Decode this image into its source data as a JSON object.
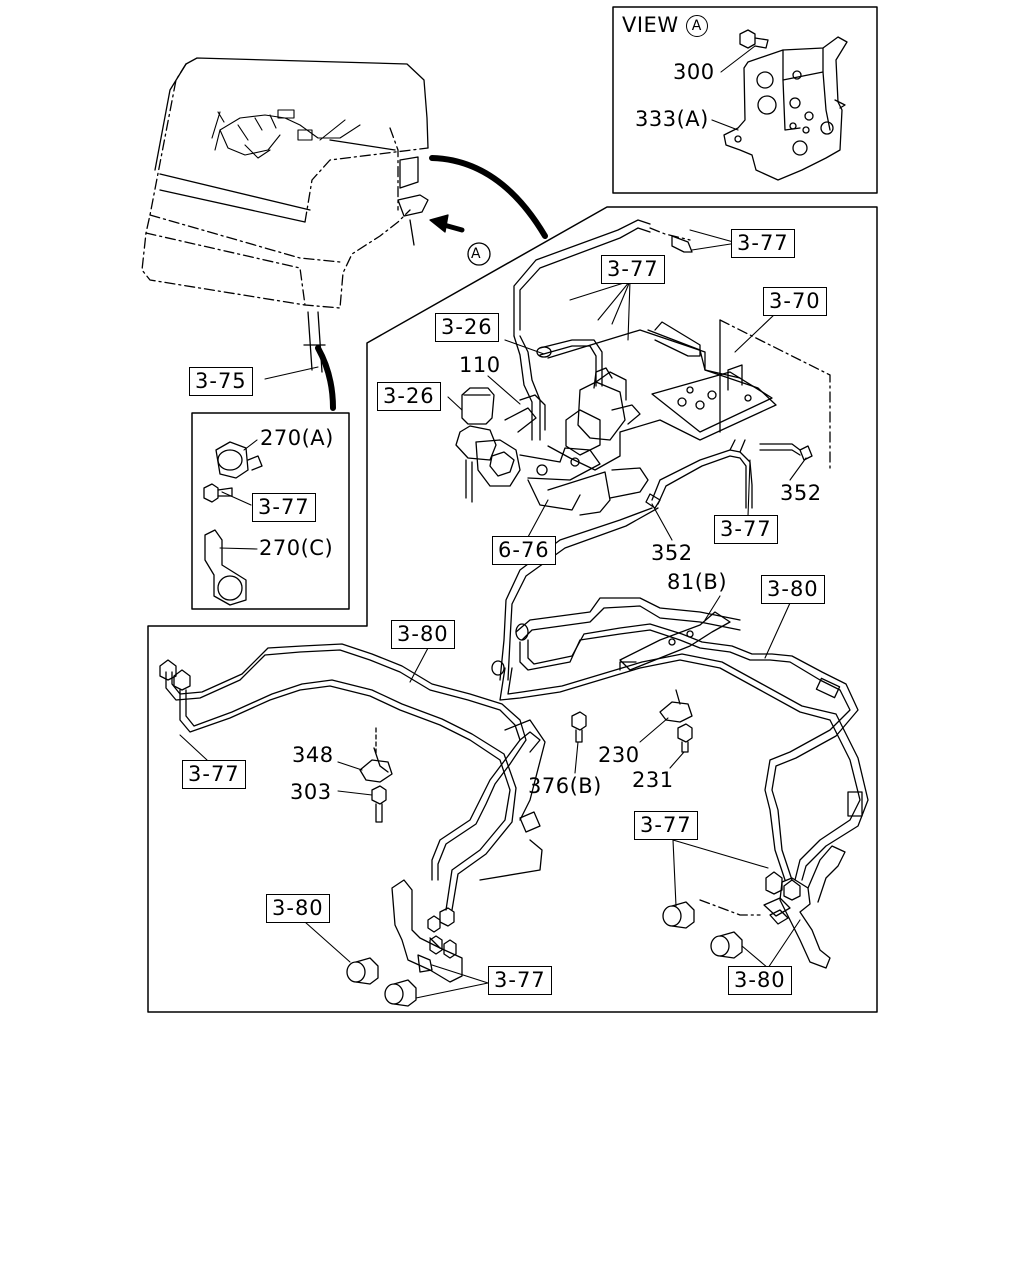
{
  "view_label": "VIEW",
  "view_marker": "A",
  "body_marker": "A",
  "callouts": {
    "c300": "300",
    "c333a": "333(A)",
    "c377_top": "3-77",
    "c377_mid": "3-77",
    "c370": "3-70",
    "c326_upper": "3-26",
    "c110": "110",
    "c326_lower": "3-26",
    "c375": "3-75",
    "c270a": "270(A)",
    "c377_clip": "3-77",
    "c270c": "270(C)",
    "c676": "6-76",
    "c352_right": "352",
    "c352_left": "352",
    "c377_right": "3-77",
    "c81b": "81(B)",
    "c380_right": "3-80",
    "c380_left": "3-80",
    "c348": "348",
    "c303": "303",
    "c377_left": "3-77",
    "c376b": "376(B)",
    "c230": "230",
    "c231": "231",
    "c377_lowright": "3-77",
    "c380_lowleft": "3-80",
    "c377_bottom": "3-77",
    "c380_lowright": "3-80"
  }
}
